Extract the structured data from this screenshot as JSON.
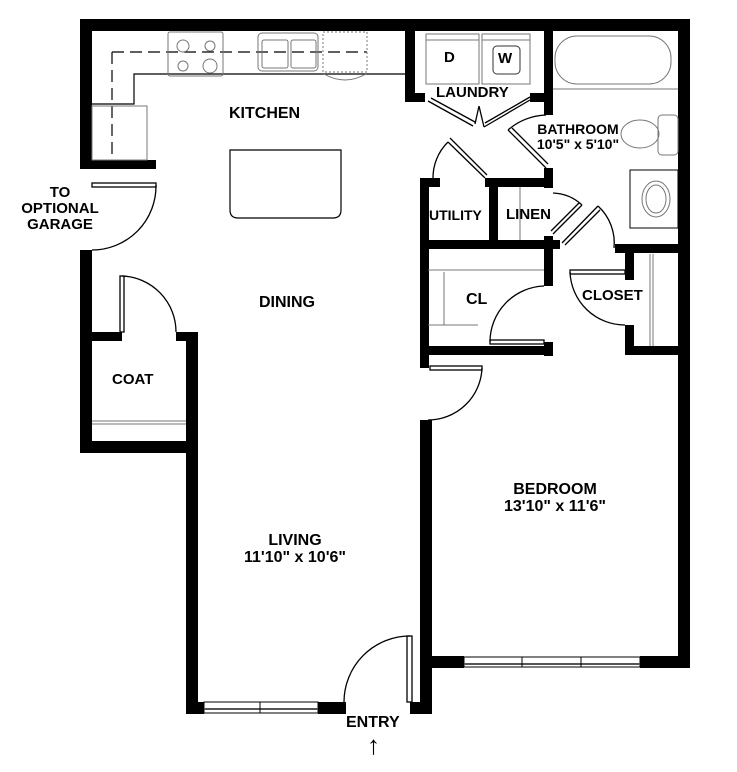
{
  "plan": {
    "colors": {
      "wall": "#000000",
      "fixture": "#7a7a7a",
      "background": "#ffffff"
    },
    "rooms": {
      "kitchen": {
        "name": "KITCHEN"
      },
      "dining": {
        "name": "DINING"
      },
      "living": {
        "name": "LIVING",
        "dimensions": "11'10\" x 10'6\""
      },
      "bedroom": {
        "name": "BEDROOM",
        "dimensions": "13'10\" x 11'6\""
      },
      "bathroom": {
        "name": "BATHROOM",
        "dimensions": "10'5\" x 5'10\""
      },
      "laundry": {
        "name": "LAUNDRY",
        "dryer": "D",
        "washer": "W"
      },
      "utility": {
        "name": "UTILITY"
      },
      "linen": {
        "name": "LINEN"
      },
      "cl": {
        "name": "CL"
      },
      "closet": {
        "name": "CLOSET"
      },
      "coat": {
        "name": "COAT"
      }
    },
    "garage_label": [
      "TO",
      "OPTIONAL",
      "GARAGE"
    ],
    "entry": {
      "label": "ENTRY",
      "arrow": "↑"
    }
  }
}
